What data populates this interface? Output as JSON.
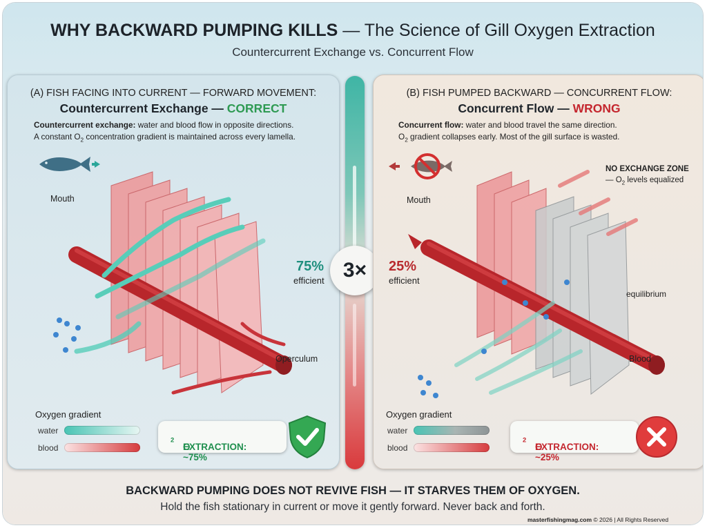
{
  "header": {
    "title_bold": "WHY BACKWARD PUMPING KILLS",
    "title_rest": " — The Science of Gill Oxygen Extraction",
    "subtitle": "Countercurrent Exchange vs. Concurrent Flow"
  },
  "panel_a": {
    "heading": "(A) FISH FACING INTO CURRENT — FORWARD MOVEMENT:",
    "main_prefix": "Countercurrent Exchange — ",
    "main_verdict": "CORRECT",
    "desc_bold": "Countercurrent exchange:",
    "desc_line1": " water and blood flow in opposite directions.",
    "desc_line2_a": "A constant O",
    "desc_line2_sub": "2",
    "desc_line2_b": " concentration gradient is maintained across every lamella.",
    "label_mouth": "Mouth",
    "label_operculum": "Operculum",
    "efficiency_value": "75%",
    "efficiency_label": "efficient",
    "gradient_title": "Oxygen gradient",
    "gradient_water": "water",
    "gradient_blood": "blood",
    "extraction_a": "O",
    "extraction_sub": "2",
    "extraction_b": " EXTRACTION: ~75%",
    "verdict_icon": "check-shield-icon"
  },
  "panel_b": {
    "heading": "(B) FISH PUMPED BACKWARD — CONCURRENT FLOW:",
    "main_prefix": "Concurrent Flow — ",
    "main_verdict": "WRONG",
    "desc_bold": "Concurrent flow:",
    "desc_line1": " water and blood travel the same direction.",
    "desc_line2_a": "O",
    "desc_line2_sub": "2",
    "desc_line2_b": " gradient collapses early. Most of the gill surface is wasted.",
    "label_no_exchange": "NO EXCHANGE ZONE",
    "label_no_exchange_sub_a": "— O",
    "label_no_exchange_sub_sub": "2",
    "label_no_exchange_sub_b": " levels equalized",
    "label_mouth": "Mouth",
    "label_equilibrium": "equilibrium",
    "label_blood": "Blood",
    "efficiency_value": "25%",
    "efficiency_label": "efficient",
    "gradient_title": "Oxygen gradient",
    "gradient_water": "water",
    "gradient_blood": "blood",
    "extraction_a": "O",
    "extraction_sub": "2",
    "extraction_b": " EXTRACTION: ~25%",
    "verdict_icon": "x-circle-icon"
  },
  "center": {
    "multiplier": "3×"
  },
  "footer": {
    "headline": "BACKWARD PUMPING DOES NOT REVIVE FISH — IT STARVES THEM OF OXYGEN.",
    "advice": "Hold the fish stationary in current or move it gently forward. Never back and forth.",
    "site": "masterfishingmag.com",
    "copyright": " © 2026 | All Rights Reserved"
  },
  "colors": {
    "correct": "#2e9a52",
    "wrong": "#c4262e",
    "water": "#4cc4b4",
    "blood": "#d63c3e",
    "teal_efficiency": "#1f8f7e",
    "red_efficiency": "#b82a2e"
  }
}
